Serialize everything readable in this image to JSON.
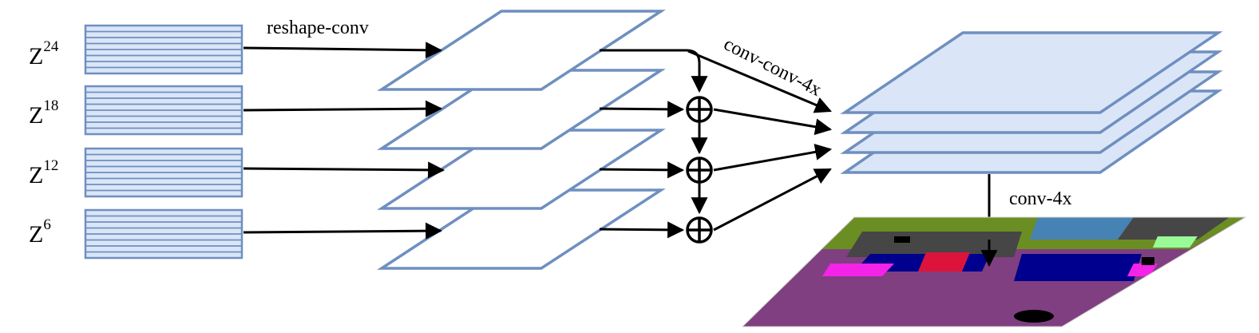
{
  "colors": {
    "token_fill": "#dae6f7",
    "token_stroke": "#6f8fc0",
    "plane_stroke": "#6f8fc0",
    "plane_fill": "#ffffff",
    "stack_fill": "#dae6f7",
    "arrow": "#000000",
    "seg_road": "#7f3f80",
    "seg_vegetation": "#6b8e23",
    "seg_building": "#464646",
    "seg_sky": "#4682b4",
    "seg_car": "#00008e",
    "seg_person": "#dc143c",
    "seg_sidewalk": "#f423e8",
    "seg_terrain": "#98fb98"
  },
  "inputs": [
    {
      "base": "Z",
      "sup": "24"
    },
    {
      "base": "Z",
      "sup": "18"
    },
    {
      "base": "Z",
      "sup": "12"
    },
    {
      "base": "Z",
      "sup": "6"
    }
  ],
  "labels": {
    "reshape": "reshape-conv",
    "fuse": "conv-conv-4x",
    "upsample": "conv-4x"
  },
  "icons": {
    "sum_node": "circled-plus-icon",
    "arrow": "arrow-right-icon",
    "segmentation_map": "segmentation-map-image"
  }
}
